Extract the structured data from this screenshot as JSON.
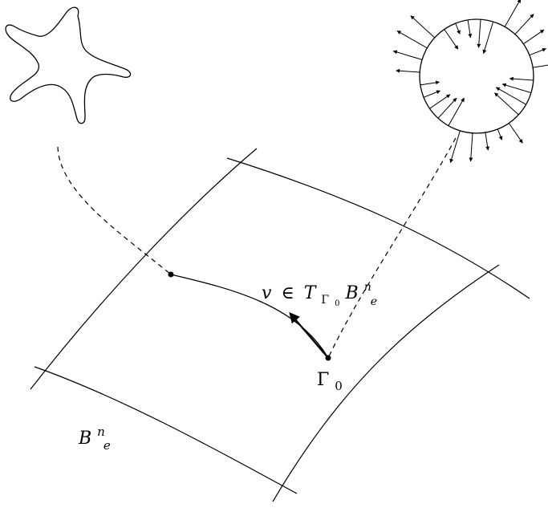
{
  "labels": {
    "manifold": {
      "base": "B",
      "sup": "n",
      "sub": "e"
    },
    "point": {
      "base": "Γ",
      "sub": "0"
    },
    "tangent": {
      "v": "v",
      "in": "∈",
      "T": "T",
      "sub_base": "Γ",
      "sub_sub": "0",
      "B": "B",
      "sup": "n",
      "sub": "e"
    }
  },
  "colors": {
    "stroke": "#000000",
    "background": "#ffffff"
  }
}
